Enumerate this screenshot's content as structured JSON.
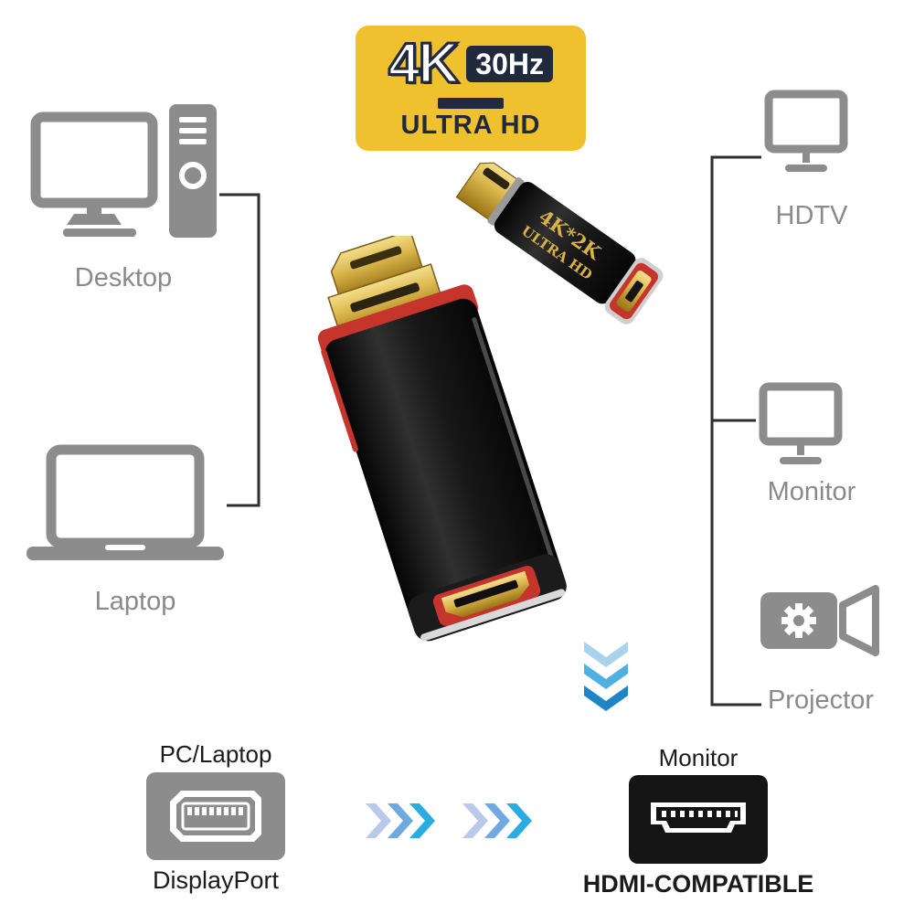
{
  "badge": {
    "resolution": "4K",
    "refresh": "30Hz",
    "subtitle": "ULTRA HD"
  },
  "devices": {
    "desktop": "Desktop",
    "laptop": "Laptop",
    "hdtv": "HDTV",
    "monitor": "Monitor",
    "projector": "Projector"
  },
  "adapter": {
    "print_line1": "4K*2K",
    "print_line2": "ULTRA HD"
  },
  "ports": {
    "source_device": "PC/Laptop",
    "source_port": "DisplayPort",
    "target_device": "Monitor",
    "target_port": "HDMI-COMPATIBLE"
  },
  "colors": {
    "badge_bg": "#F0C12E",
    "badge_dark": "#202A3C",
    "icon_gray": "#8C8C8C",
    "label_gray": "#8A8A8A",
    "line_dark": "#2E2E2E",
    "adapter_red": "#C5352C",
    "gold": "#C9A02E",
    "chevron_light": "#B9C9EA",
    "chevron_mid": "#6FA9DF",
    "chevron_dark": "#2AACE3",
    "hdmi_black": "#141414"
  }
}
